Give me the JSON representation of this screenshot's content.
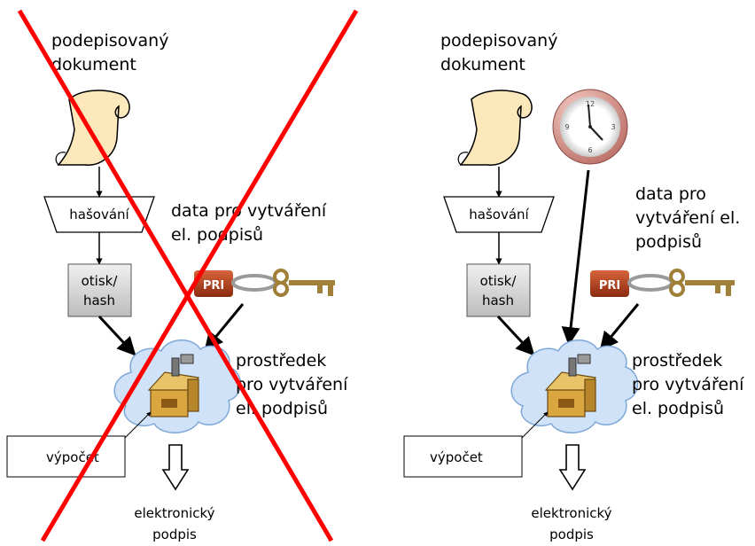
{
  "left": {
    "document_label": [
      "podepisovaný",
      "dokument"
    ],
    "hashing_label": "hašování",
    "hash_label": [
      "otisk/",
      "hash"
    ],
    "sig_data_label": [
      "data pro vytváření",
      "el. podpisů"
    ],
    "device_label": [
      "prostředek",
      "pro vytváření",
      "el. podpisů"
    ],
    "key_tag": "PRI",
    "compute_label": "výpočet",
    "output_label": [
      "elektronický",
      "podpis"
    ]
  },
  "right": {
    "document_label": [
      "podepisovaný",
      "dokument"
    ],
    "hashing_label": "hašování",
    "hash_label": [
      "otisk/",
      "hash"
    ],
    "sig_data_label": [
      "data pro",
      "vytváření  el.",
      "podpisů"
    ],
    "device_label": [
      "prostředek",
      "pro vytváření",
      "el. podpisů"
    ],
    "key_tag": "PRI",
    "compute_label": "výpočet",
    "output_label": [
      "elektronický",
      "podpis"
    ],
    "clock_numbers": [
      "12",
      "3",
      "6",
      "9"
    ]
  },
  "colors": {
    "cross": "#ff0000",
    "scroll": "#fde8bc",
    "cloud": "#cfe2f7",
    "key_tag": "#b8421e",
    "hash_box": "#d6d6d6"
  }
}
